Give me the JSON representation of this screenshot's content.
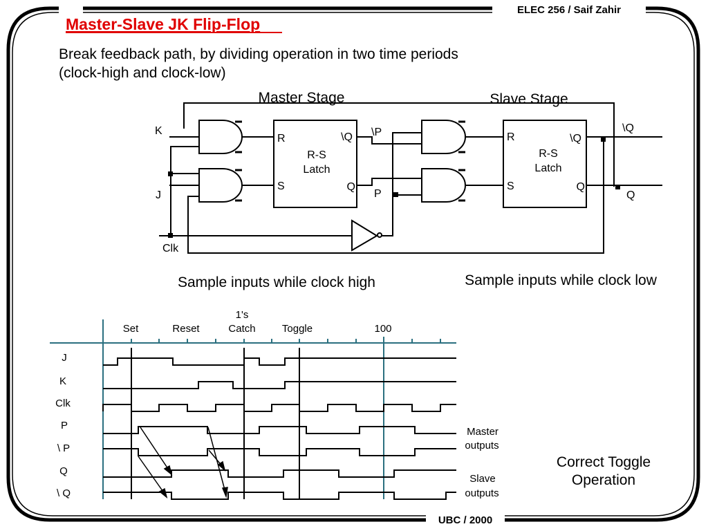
{
  "header": {
    "course": "ELEC 256 / Saif Zahir"
  },
  "footer": {
    "text": "UBC / 2000"
  },
  "title": "Master-Slave JK Flip-Flop",
  "intro": {
    "line1": "Break feedback path, by dividing operation in two time periods",
    "line2": "(clock-high and clock-low)"
  },
  "circuit": {
    "master_label": "Master Stage",
    "slave_label": "Slave Stage",
    "input_k": "K",
    "input_j": "J",
    "input_clk": "Clk",
    "latch_r": "R",
    "latch_s": "S",
    "latch_nq": "\\Q",
    "latch_q": "Q",
    "latch_name_line1": "R-S",
    "latch_name_line2": "Latch",
    "node_np": "\\P",
    "node_p": "P",
    "out_nq": "\\Q",
    "out_q": "Q"
  },
  "captions": {
    "master": "Sample inputs while clock high",
    "slave": "Sample inputs while clock low"
  },
  "timing": {
    "columns": {
      "set": "Set",
      "reset": "Reset",
      "catch_line1": "1's",
      "catch_line2": "Catch",
      "toggle": "Toggle",
      "hundred": "100"
    },
    "signals": [
      "J",
      "K",
      "Clk",
      "P",
      "\\ P",
      "Q",
      "\\ Q"
    ],
    "master_outputs_line1": "Master",
    "master_outputs_line2": "outputs",
    "slave_outputs_line1": "Slave",
    "slave_outputs_line2": "outputs"
  },
  "conclusion": {
    "line1": "Correct Toggle",
    "line2": "Operation"
  },
  "colors": {
    "title": "#e00000",
    "ink": "#000000",
    "grid": "#2a6f7f"
  }
}
